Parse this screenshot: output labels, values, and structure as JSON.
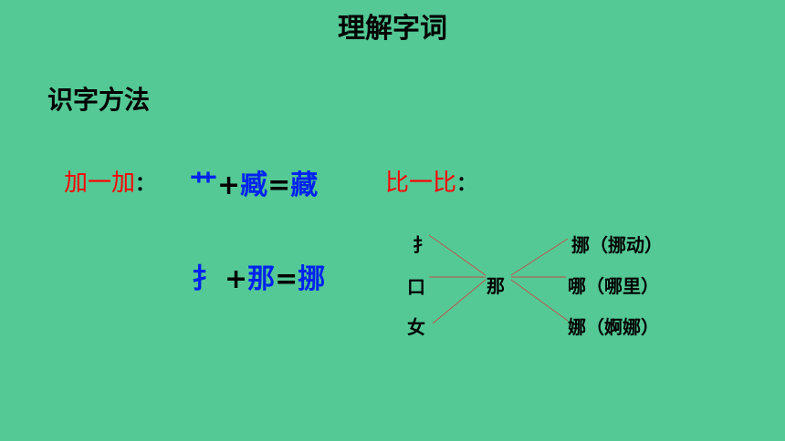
{
  "title": "理解字词",
  "subtitle": "识字方法",
  "method_add": {
    "label": "加一加",
    "colon": "：",
    "eq1": {
      "a": "艹",
      "plus": "+",
      "b": "臧",
      "eq": "=",
      "result": "藏"
    },
    "eq2": {
      "a": "扌",
      "plus": "+",
      "b": "那",
      "eq": "=",
      "result": "挪"
    }
  },
  "method_compare": {
    "label": "比一比",
    "colon": "：",
    "center": "那",
    "radicals": [
      "扌",
      "口",
      "女"
    ],
    "results": [
      "挪（挪动）",
      "哪（哪里）",
      "娜（婀娜）"
    ]
  },
  "colors": {
    "background": "#54C995",
    "red": "#FF0000",
    "blue": "#0022EE",
    "line": "#C0504D"
  }
}
